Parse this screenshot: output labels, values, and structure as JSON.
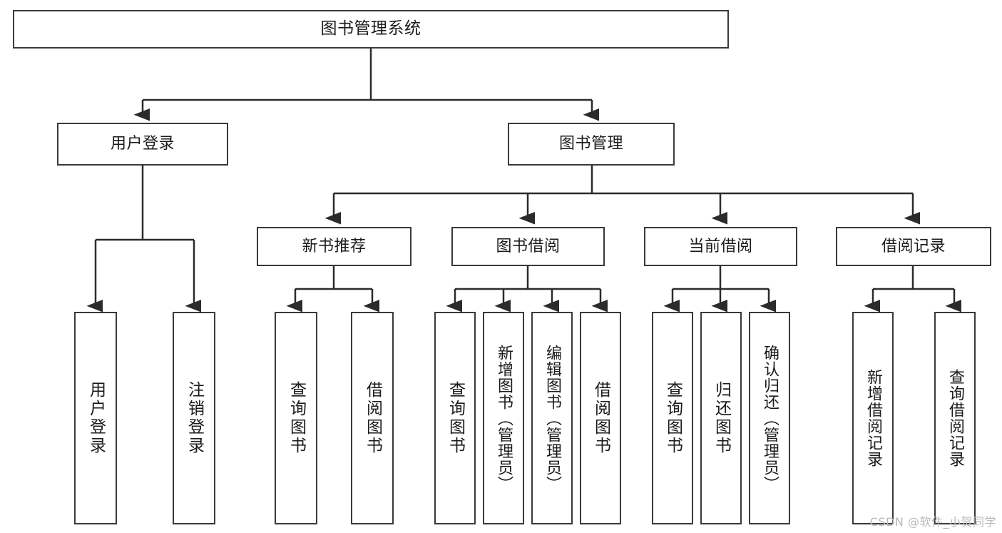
{
  "diagram": {
    "title": "图书管理系统",
    "type": "tree",
    "watermark": "CSDN @软件_小贺同学",
    "colors": {
      "background": "#ffffff",
      "box_border": "#3a3a3a",
      "box_fill": "#ffffff",
      "text": "#1b1b1b",
      "connector": "#2b2b2b",
      "watermark": "#b9b9b9"
    },
    "levels": [
      {
        "level": 1,
        "nodes": [
          {
            "id": "root",
            "label": "图书管理系统"
          }
        ]
      },
      {
        "level": 2,
        "nodes": [
          {
            "id": "user-login",
            "label": "用户登录"
          },
          {
            "id": "book-manage",
            "label": "图书管理"
          }
        ]
      },
      {
        "level": 3,
        "nodes": [
          {
            "id": "new-book-recommend",
            "label": "新书推荐"
          },
          {
            "id": "book-borrow",
            "label": "图书借阅"
          },
          {
            "id": "current-borrow",
            "label": "当前借阅"
          },
          {
            "id": "borrow-record",
            "label": "借阅记录"
          }
        ]
      },
      {
        "level": 4,
        "nodes": [
          {
            "id": "leaf-user-login",
            "label": "用户登录",
            "parent": "user-login"
          },
          {
            "id": "leaf-logout",
            "label": "注销登录",
            "parent": "user-login"
          },
          {
            "id": "leaf-query-book-1",
            "label": "查询图书",
            "parent": "new-book-recommend"
          },
          {
            "id": "leaf-borrow-book-1",
            "label": "借阅图书",
            "parent": "new-book-recommend"
          },
          {
            "id": "leaf-query-book-2",
            "label": "查询图书",
            "parent": "book-borrow"
          },
          {
            "id": "leaf-add-book",
            "label": "新增图书（管理员）",
            "parent": "book-borrow"
          },
          {
            "id": "leaf-edit-book",
            "label": "编辑图书（管理员）",
            "parent": "book-borrow"
          },
          {
            "id": "leaf-borrow-book-2",
            "label": "借阅图书",
            "parent": "book-borrow"
          },
          {
            "id": "leaf-query-book-3",
            "label": "查询图书",
            "parent": "current-borrow"
          },
          {
            "id": "leaf-return-book",
            "label": "归还图书",
            "parent": "current-borrow"
          },
          {
            "id": "leaf-confirm-return",
            "label": "确认归还（管理员）",
            "parent": "current-borrow"
          },
          {
            "id": "leaf-add-record",
            "label": "新增借阅记录",
            "parent": "borrow-record"
          },
          {
            "id": "leaf-query-record",
            "label": "查询借阅记录",
            "parent": "borrow-record"
          }
        ]
      }
    ]
  }
}
